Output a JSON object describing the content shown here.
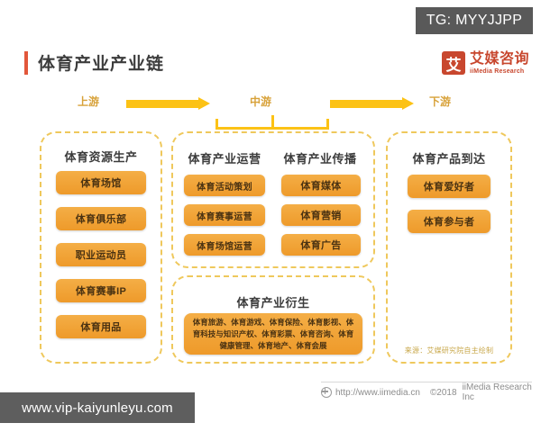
{
  "badge": {
    "text": "TG: MYYJJPP"
  },
  "header": {
    "title": "体育产业产业链",
    "logo": {
      "mark": "艾",
      "cn": "艾媒咨询",
      "en": "iiMedia Research"
    }
  },
  "flow": {
    "upstream": "上游",
    "midstream": "中游",
    "downstream": "下游"
  },
  "columns": {
    "left": {
      "title": "体育资源生产",
      "items": [
        "体育场馆",
        "体育俱乐部",
        "职业运动员",
        "体育赛事IP",
        "体育用品"
      ]
    },
    "mid_operation": {
      "title": "体育产业运营",
      "items": [
        "体育活动策划",
        "体育赛事运营",
        "体育场馆运营"
      ]
    },
    "mid_communication": {
      "title": "体育产业传播",
      "items": [
        "体育媒体",
        "体育营销",
        "体育广告"
      ]
    },
    "derivative": {
      "title": "体育产业衍生",
      "body": "体育旅游、体育游戏、体育保险、体育影视、体育科技与知识产权、体育彩票、体育咨询、体育健康管理、体育地产、体育会展"
    },
    "right": {
      "title": "体育产品到达",
      "items": [
        "体育爱好者",
        "体育参与者"
      ],
      "source": "来源：艾媒研究院自主绘制"
    }
  },
  "footer": {
    "url": "http://www.iimedia.cn",
    "copyright": "©2018",
    "company": "iiMedia Research Inc"
  },
  "watermark": {
    "text": "www.vip-kaiyunleyu.com"
  },
  "colors": {
    "accent_red": "#E2573B",
    "brand_red": "#C8472E",
    "chip_orange": "#EE9A2A",
    "arrow_yellow": "#FCC215",
    "dashed_border": "#EFC85C"
  }
}
